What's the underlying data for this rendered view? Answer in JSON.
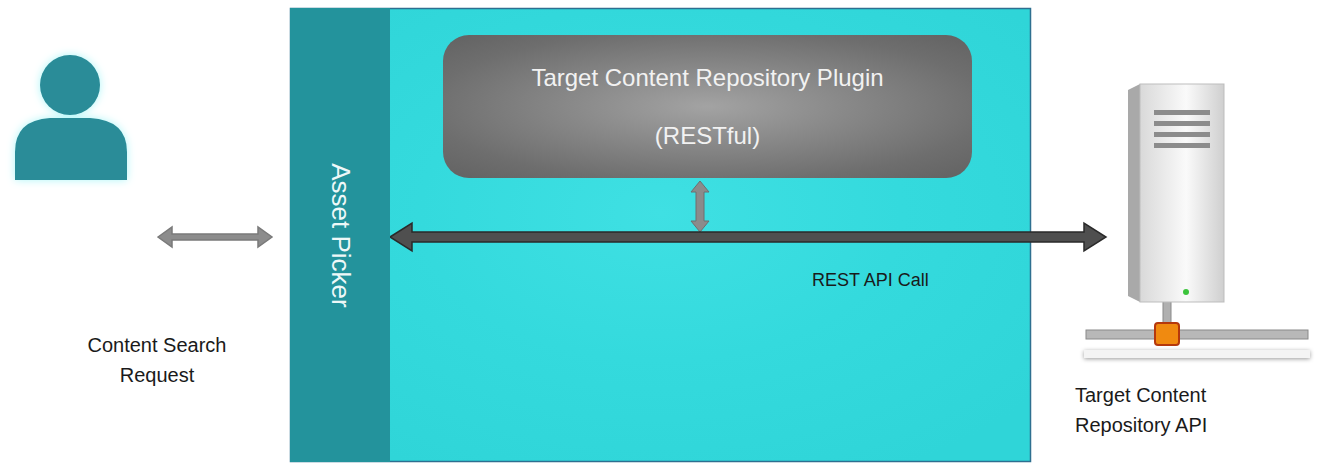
{
  "diagram": {
    "nodes": [
      {
        "text": [
          "Content Search Request"
        ]
      },
      {
        "text": [
          "Asset Picker"
        ]
      },
      {
        "text": [
          "Target Content Repository Plugin",
          "(RESTful)"
        ]
      },
      {
        "text": [
          "Target Content Repository API"
        ]
      }
    ],
    "edges": [
      {
        "from": 0,
        "to": 1,
        "arrow": "both"
      },
      {
        "from": 1,
        "to": 3,
        "arrow": "both",
        "label": "REST API Call"
      }
    ]
  }
}
